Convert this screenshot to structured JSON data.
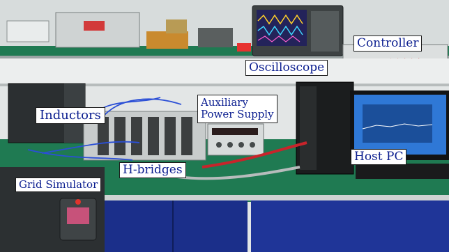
{
  "labels": {
    "controller": "Controller",
    "oscilloscope": "Oscilloscope",
    "auxiliary_line1": "Auxiliary",
    "auxiliary_line2": "Power Supply",
    "inductors": "Inductors",
    "host_pc": "Host PC",
    "h_bridges": "H-bridges",
    "grid_simulator": "Grid Simulator"
  },
  "colors": {
    "label_text": "#0a1d8f",
    "label_background": "#ffffff",
    "bench_green": "#1f7a52",
    "wall": "#e8eaea",
    "cabinet_blue": "#1b2f8a"
  }
}
